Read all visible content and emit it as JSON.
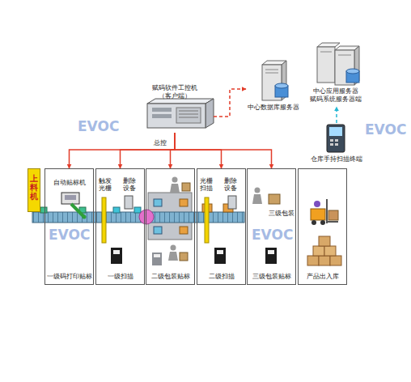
{
  "diagram": {
    "nodes": [
      {
        "text": [
          "赋码软件工控机 （客户端）"
        ]
      },
      {
        "text": [
          "中心数据库服务器"
        ]
      },
      {
        "text": [
          "中心应用服务器 赋码系统服务器端"
        ]
      },
      {
        "text": [
          "仓库手持扫描终端"
        ]
      },
      {
        "text": [
          "上料机"
        ]
      },
      {
        "text": [
          "一级码打印贴标",
          "自动贴标机"
        ]
      },
      {
        "text": [
          "一级扫描",
          "触发 光栅",
          "删除 设备"
        ]
      },
      {
        "text": [
          "二级包装贴标"
        ]
      },
      {
        "text": [
          "二级扫描",
          "光栅 扫描",
          "删除 设备"
        ]
      },
      {
        "text": [
          "三级包装贴标",
          "三级包装"
        ]
      },
      {
        "text": [
          "产品出入库"
        ]
      }
    ],
    "edges": [
      {
        "from": 0,
        "to": 5,
        "arrow": "to"
      },
      {
        "from": 0,
        "to": 6,
        "arrow": "to"
      },
      {
        "from": 0,
        "to": 7,
        "arrow": "to"
      },
      {
        "from": 0,
        "to": 8,
        "arrow": "to"
      },
      {
        "from": 0,
        "to": 9,
        "arrow": "to"
      },
      {
        "from": 0,
        "to": 1,
        "arrow": "to"
      },
      {
        "from": 3,
        "to": 2,
        "arrow": "to"
      }
    ],
    "labels": [
      "总控",
      "EVOC",
      "EVOC",
      "EVOC",
      "EVOC"
    ]
  }
}
